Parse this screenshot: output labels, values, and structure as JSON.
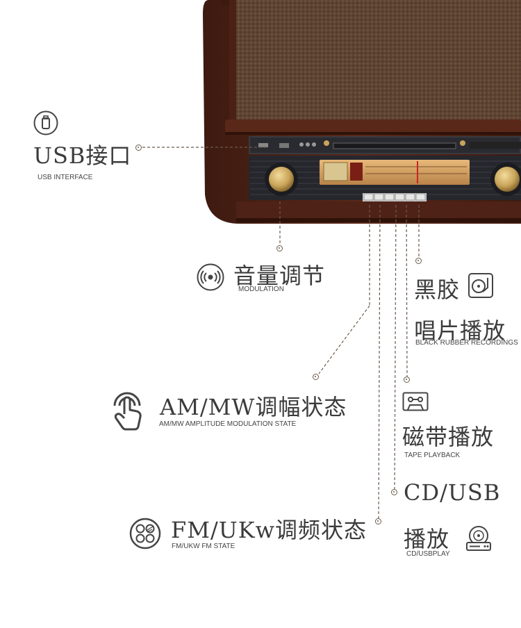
{
  "features": {
    "usb": {
      "title": "USB接口",
      "subtitle": "USB INTERFACE",
      "icon": "usb-icon"
    },
    "volume": {
      "title": "音量调节",
      "subtitle": "MODULATION",
      "icon": "speaker-icon"
    },
    "vinyl": {
      "title_line1": "黑胶",
      "title_line2": "唱片播放",
      "subtitle": "BLACK RUBBER RECORDINGS",
      "icon": "turntable-icon"
    },
    "am": {
      "title": "AM/MW调幅状态",
      "subtitle": "AM/MW AMPLITUDE MODULATION STATE",
      "icon": "touch-hand-icon"
    },
    "tape": {
      "title": "磁带播放",
      "subtitle": "TAPE PLAYBACK",
      "icon": "cassette-icon"
    },
    "cd": {
      "title_line1": "CD/USB",
      "title_line2": "播放",
      "subtitle": "CD/USBPLAY",
      "icon": "cd-player-icon"
    },
    "fm": {
      "title": "FM/UKw调频状态",
      "subtitle": "FM/UKW FM STATE",
      "icon": "fm-dial-icon"
    }
  },
  "colors": {
    "wood": "#4e2416",
    "wood_light": "#6b3322",
    "speaker_cloth": "#5e4433",
    "panel": "#2e2f36",
    "brass": "#c9a45a",
    "dial": "#d4a56a",
    "leader_line": "#6b5a4c"
  }
}
